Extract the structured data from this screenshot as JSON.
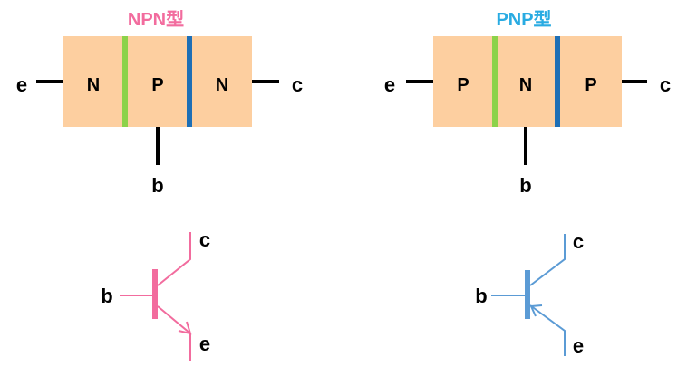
{
  "colors": {
    "body_fill": "#FDCFA0",
    "junction_green": "#8CD24A",
    "junction_blue": "#1E6FB5",
    "lead": "#000000",
    "npn_accent": "#F26C9E",
    "pnp_accent": "#29ABE2",
    "pnp_symbol": "#5B9BD5"
  },
  "npn": {
    "title": "NPN型",
    "regions": [
      "N",
      "P",
      "N"
    ],
    "left_terminal": "e",
    "right_terminal": "c",
    "bottom_terminal": "b",
    "symbol": {
      "base": "b",
      "collector": "c",
      "emitter": "e"
    }
  },
  "pnp": {
    "title": "PNP型",
    "regions": [
      "P",
      "N",
      "P"
    ],
    "left_terminal": "e",
    "right_terminal": "c",
    "bottom_terminal": "b",
    "symbol": {
      "base": "b",
      "collector": "c",
      "emitter": "e"
    }
  }
}
